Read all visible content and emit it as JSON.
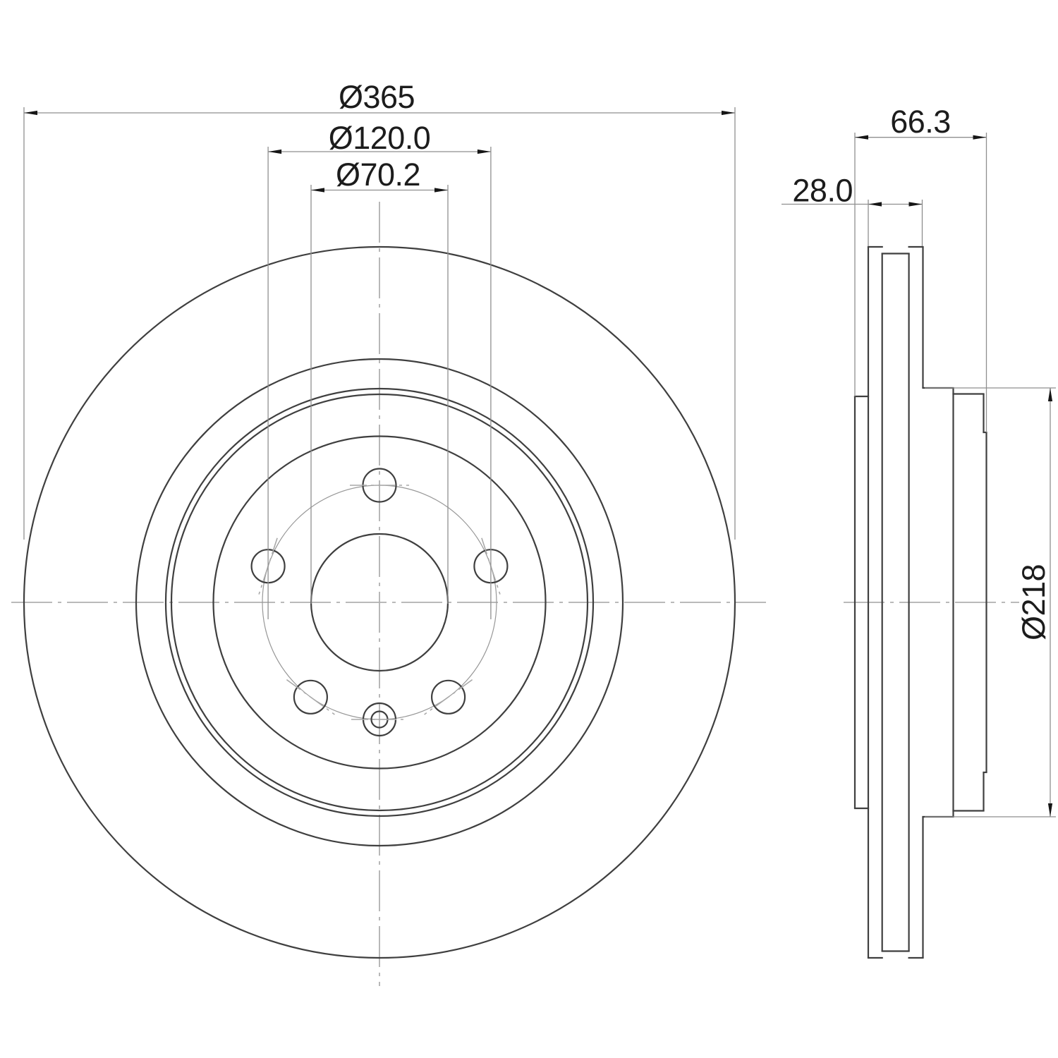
{
  "drawing": {
    "type": "technical-drawing",
    "subject": "vented brake disc, front view and side profile view",
    "background_color": "#ffffff",
    "outline_color": "#3f3f3f",
    "thin_line_color": "#8f8f8f",
    "centerline_color": "#b0b0b0",
    "text_color": "#1c1c1c",
    "front_view": {
      "dimensions": {
        "outer_diameter": {
          "label": "Ø365",
          "value": 365,
          "unit": "mm"
        },
        "bolt_circle_diameter": {
          "label": "Ø120.0",
          "value": 120.0,
          "unit": "mm"
        },
        "center_bore_diameter": {
          "label": "Ø70.2",
          "value": 70.2,
          "unit": "mm"
        }
      },
      "bolt_hole_count": 5,
      "locating_screw_hole_count": 1
    },
    "side_view": {
      "dimensions": {
        "overall_width": {
          "label": "66.3",
          "value": 66.3,
          "unit": "mm"
        },
        "disc_thickness": {
          "label": "28.0",
          "value": 28.0,
          "unit": "mm"
        },
        "hat_diameter": {
          "label": "Ø218",
          "value": 218,
          "unit": "mm"
        }
      }
    }
  }
}
